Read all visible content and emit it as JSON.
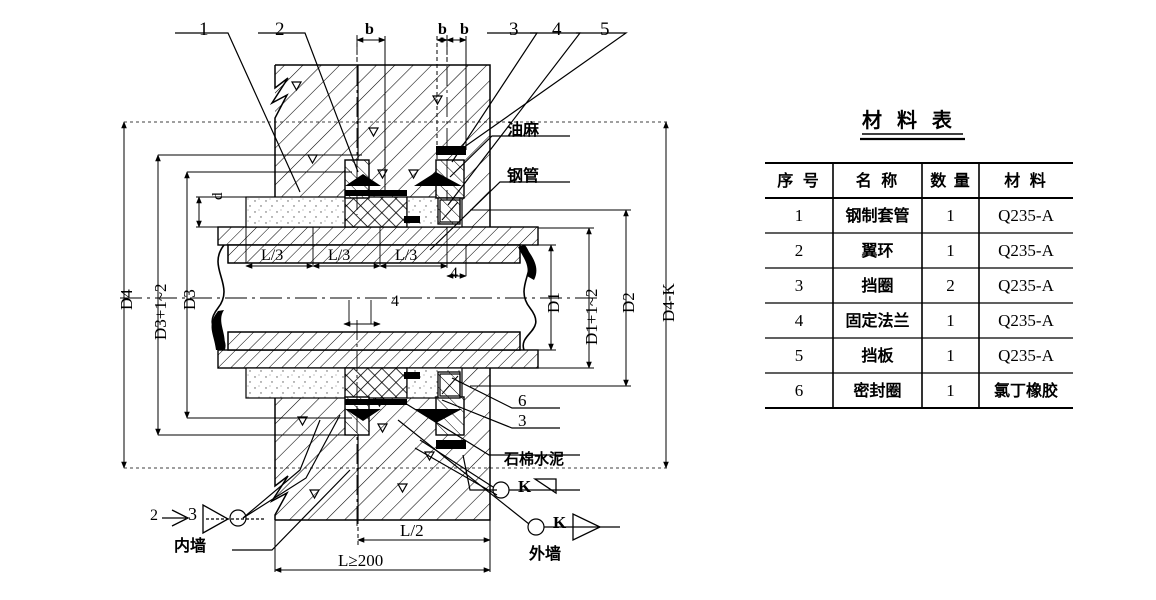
{
  "drawing": {
    "title": "Wall Penetration Steel Sleeve Sectional Detail",
    "top_callouts": [
      {
        "id": "c1",
        "label": "1"
      },
      {
        "id": "c2",
        "label": "2"
      },
      {
        "id": "b1",
        "label": "b"
      },
      {
        "id": "b2",
        "label": "b"
      },
      {
        "id": "b3",
        "label": "b"
      },
      {
        "id": "c3",
        "label": "3"
      },
      {
        "id": "c4",
        "label": "4"
      },
      {
        "id": "c5",
        "label": "5"
      }
    ],
    "left_dimensions": [
      {
        "id": "d4",
        "label": "D4"
      },
      {
        "id": "d3p",
        "label": "D3+1~2"
      },
      {
        "id": "d3",
        "label": "D3"
      },
      {
        "id": "d",
        "label": "d"
      }
    ],
    "right_dimensions": [
      {
        "id": "d1",
        "label": "D1"
      },
      {
        "id": "d1p",
        "label": "D1+1~2"
      },
      {
        "id": "d2",
        "label": "D2"
      },
      {
        "id": "d4k",
        "label": "D4-K"
      }
    ],
    "center_dimensions": [
      {
        "id": "l3a",
        "label": "L/3"
      },
      {
        "id": "l3b",
        "label": "L/3"
      },
      {
        "id": "l3c",
        "label": "L/3"
      },
      {
        "id": "four_upper",
        "label": "4"
      },
      {
        "id": "four_lower",
        "label": "4"
      }
    ],
    "bottom_dimensions": [
      {
        "id": "lhalf",
        "label": "L/2"
      },
      {
        "id": "ltotal",
        "label": "L≥200"
      }
    ],
    "annotations": [
      {
        "id": "oil_hemp",
        "label": "油麻"
      },
      {
        "id": "steel_pipe",
        "label": "钢管"
      },
      {
        "id": "item6",
        "label": "6"
      },
      {
        "id": "item3",
        "label": "3"
      },
      {
        "id": "asbestos_cement",
        "label": "石棉水泥"
      },
      {
        "id": "inner_wall",
        "label": "内墙"
      },
      {
        "id": "outer_wall",
        "label": "外墙"
      },
      {
        "id": "k_upper",
        "label": "K"
      },
      {
        "id": "k_lower",
        "label": "K"
      },
      {
        "id": "arrow_two",
        "label": "2"
      },
      {
        "id": "arrow_three",
        "label": "3"
      }
    ]
  },
  "table": {
    "title": "材 料 表",
    "headers": [
      "序 号",
      "名 称",
      "数 量",
      "材 料"
    ],
    "rows": [
      {
        "no": "1",
        "name": "钢制套管",
        "qty": "1",
        "material": "Q235-A"
      },
      {
        "no": "2",
        "name": "翼环",
        "qty": "1",
        "material": "Q235-A"
      },
      {
        "no": "3",
        "name": "挡圈",
        "qty": "2",
        "material": "Q235-A"
      },
      {
        "no": "4",
        "name": "固定法兰",
        "qty": "1",
        "material": "Q235-A"
      },
      {
        "no": "5",
        "name": "挡板",
        "qty": "1",
        "material": "Q235-A"
      },
      {
        "no": "6",
        "name": "密封圈",
        "qty": "1",
        "material": "氯丁橡胶"
      }
    ]
  },
  "colors": {
    "line": "#000000",
    "background": "#ffffff",
    "fill_solid": "#000000"
  }
}
